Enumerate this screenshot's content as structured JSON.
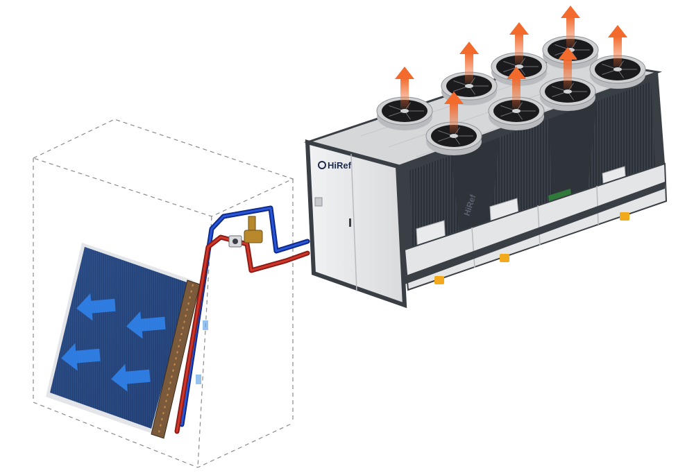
{
  "brand": {
    "name": "HiRef",
    "logo_front_text": "HiRef",
    "logo_side_text": "HiRef"
  },
  "colors": {
    "background": "#ffffff",
    "frame": "#3a3e45",
    "panel": "#e6e7e8",
    "roof": "#d9dadc",
    "coil_dark": "#1e2a44",
    "coil_fin": "#2d4f86",
    "fan": "#1b1b1d",
    "fan_ring": "#cfd1d3",
    "hot_pipe": "#b72b23",
    "cold_pipe": "#1a3fb8",
    "hot_arrow": "#f26a2c",
    "cold_arrow": "#2f7fe6",
    "dashed_box": "#8a8a8a",
    "lifting_lug": "#f2a91c"
  },
  "icons": {
    "exhaust_arrow": "arrow-up-icon",
    "intake_arrow": "arrow-left-icon",
    "fan": "axial-fan-icon",
    "valve": "three-way-valve-icon"
  },
  "diagram": {
    "fan_count": 8,
    "exhaust_arrow_count": 8,
    "intake_arrow_count": 4
  }
}
